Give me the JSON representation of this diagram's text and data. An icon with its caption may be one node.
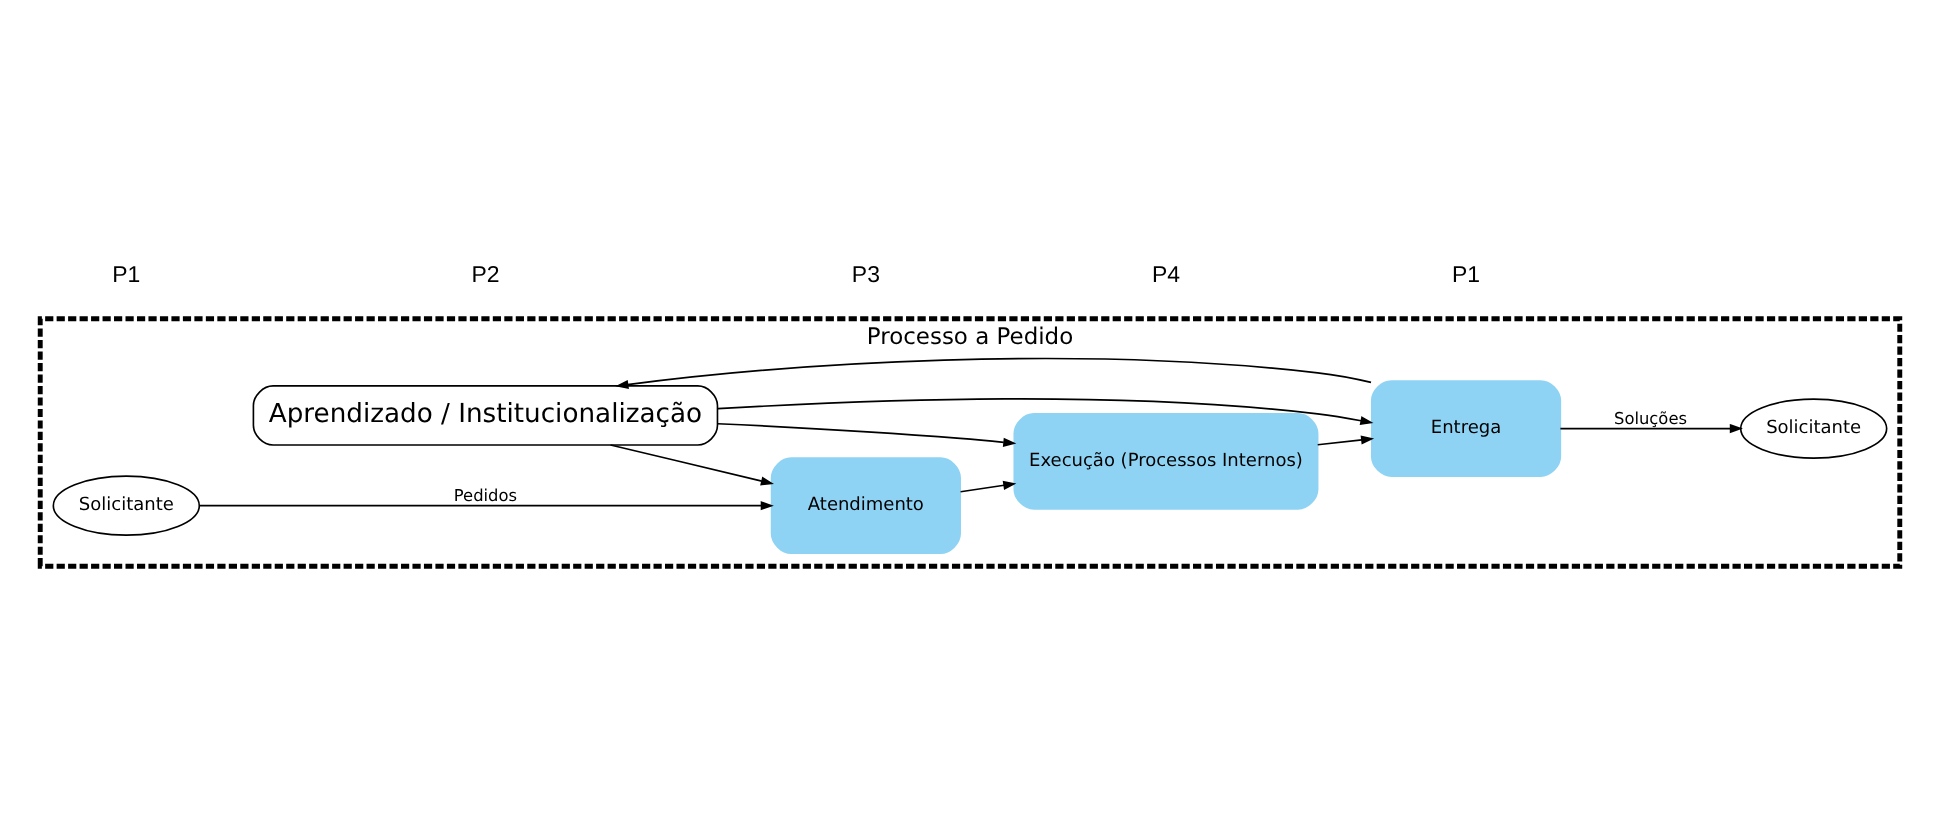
{
  "diagram": {
    "nodes": [
      {
        "text": [
          "Processo a Pedido"
        ]
      },
      {
        "text": [
          "Aprendizado / Institucionalização"
        ],
        "in": 0
      },
      {
        "text": [
          "Solicitante"
        ],
        "in": 0
      },
      {
        "text": [
          "Atendimento"
        ],
        "in": 0
      },
      {
        "text": [
          "Execução (Processos Internos)"
        ],
        "in": 0
      },
      {
        "text": [
          "Entrega"
        ],
        "in": 0
      },
      {
        "text": [
          "Solicitante"
        ],
        "in": 0
      }
    ],
    "edges": [
      {
        "from": 2,
        "to": 3,
        "arrow": "to",
        "label": "Pedidos"
      },
      {
        "from": 3,
        "to": 4,
        "arrow": "to"
      },
      {
        "from": 4,
        "to": 5,
        "arrow": "to"
      },
      {
        "from": 5,
        "to": 6,
        "arrow": "to",
        "label": "Soluções"
      },
      {
        "from": 1,
        "to": 3,
        "arrow": "to"
      },
      {
        "from": 1,
        "to": 4,
        "arrow": "to"
      },
      {
        "from": 1,
        "to": 5,
        "arrow": "to"
      },
      {
        "from": 5,
        "to": 1,
        "arrow": "to"
      }
    ],
    "labels": [
      "P1",
      "P2",
      "P3",
      "P4",
      "P1"
    ]
  }
}
